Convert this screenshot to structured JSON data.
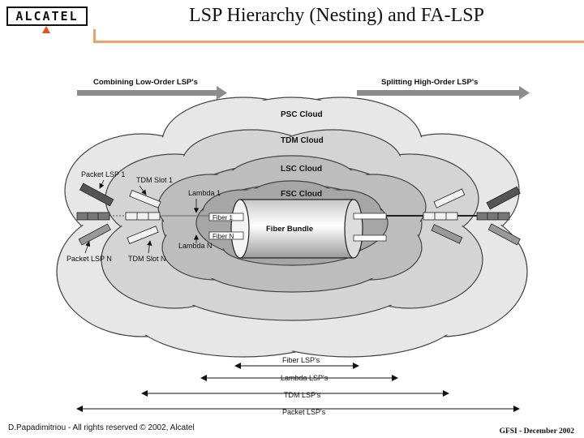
{
  "header": {
    "logo_text": "ALCATEL",
    "title": "LSP Hierarchy (Nesting) and FA-LSP"
  },
  "diagram": {
    "top_arrows": {
      "left": "Combining Low-Order LSP's",
      "right": "Splitting High-Order LSP's"
    },
    "clouds": {
      "psc": "PSC Cloud",
      "tdm": "TDM Cloud",
      "lsc": "LSC Cloud",
      "fsc": "FSC Cloud"
    },
    "left_labels": {
      "packet_lsp_1": "Packet LSP 1",
      "tdm_slot_1": "TDM Slot 1",
      "lambda_1": "Lambda 1",
      "fiber_1": "Fiber 1",
      "fiber_n": "Fiber N",
      "lambda_n": "Lambda N",
      "packet_lsp_n": "Packet LSP N",
      "tdm_slot_n": "TDM Slot N"
    },
    "bundle_label": "Fiber Bundle",
    "bottom_spans": {
      "fiber": "Fiber LSP's",
      "lambda": "Lambda LSP's",
      "tdm": "TDM LSP's",
      "packet": "Packet LSP's"
    }
  },
  "footer": {
    "left": "D.Papadimitriou - All rights reserved © 2002, Alcatel",
    "right": "GFSI - December 2002"
  },
  "colors": {
    "accent": "#f5a06a",
    "logo_mark": "#e8501e"
  }
}
